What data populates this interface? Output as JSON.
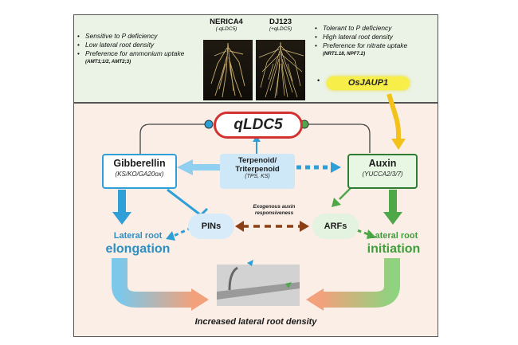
{
  "colors": {
    "top_panel_bg": "#eaf3e6",
    "bottom_panel_bg": "#fbeee6",
    "blue": "#2f9fd8",
    "green": "#4ea84a",
    "yellow": "#f2c21a",
    "brown": "#8b3f14"
  },
  "top": {
    "left_traits": [
      "Sensitive to P deficiency",
      "Low lateral root density",
      "Preference for ammonium uptake"
    ],
    "left_genes": "(AMT1;1/2,  AMT2;3)",
    "cultivar1_name": "NERICA4",
    "cultivar1_sub": "(-qLDC5)",
    "cultivar2_name": "DJ123",
    "cultivar2_sub": "(+qLDC5)",
    "right_traits": [
      "Tolerant to P deficiency",
      "High lateral root density",
      "Preference for nitrate uptake"
    ],
    "right_genes": "(NRT1.18, NPF7.2)",
    "osjaup1": "OsJAUP1"
  },
  "diagram": {
    "qldc5": "qLDC5",
    "gibberellin_title": "Gibberellin",
    "gibberellin_genes": "(KS/KO/GA20ox)",
    "terpenoid_line1": "Terpenoid/",
    "terpenoid_line2": "Triterpenoid",
    "terpenoid_genes": "(TPS, KS)",
    "auxin_title": "Auxin",
    "auxin_genes": "(YUCCA2/3/7)",
    "pins": "PINs",
    "arfs": "ARFs",
    "exogenous_line1": "Exogenous auxin",
    "exogenous_line2": "responsiveness",
    "left_outcome_line1": "Lateral root",
    "left_outcome_line2": "elongation",
    "right_outcome_line1": "Lateral root",
    "right_outcome_line2": "initiation",
    "footer": "Increased lateral root density"
  }
}
